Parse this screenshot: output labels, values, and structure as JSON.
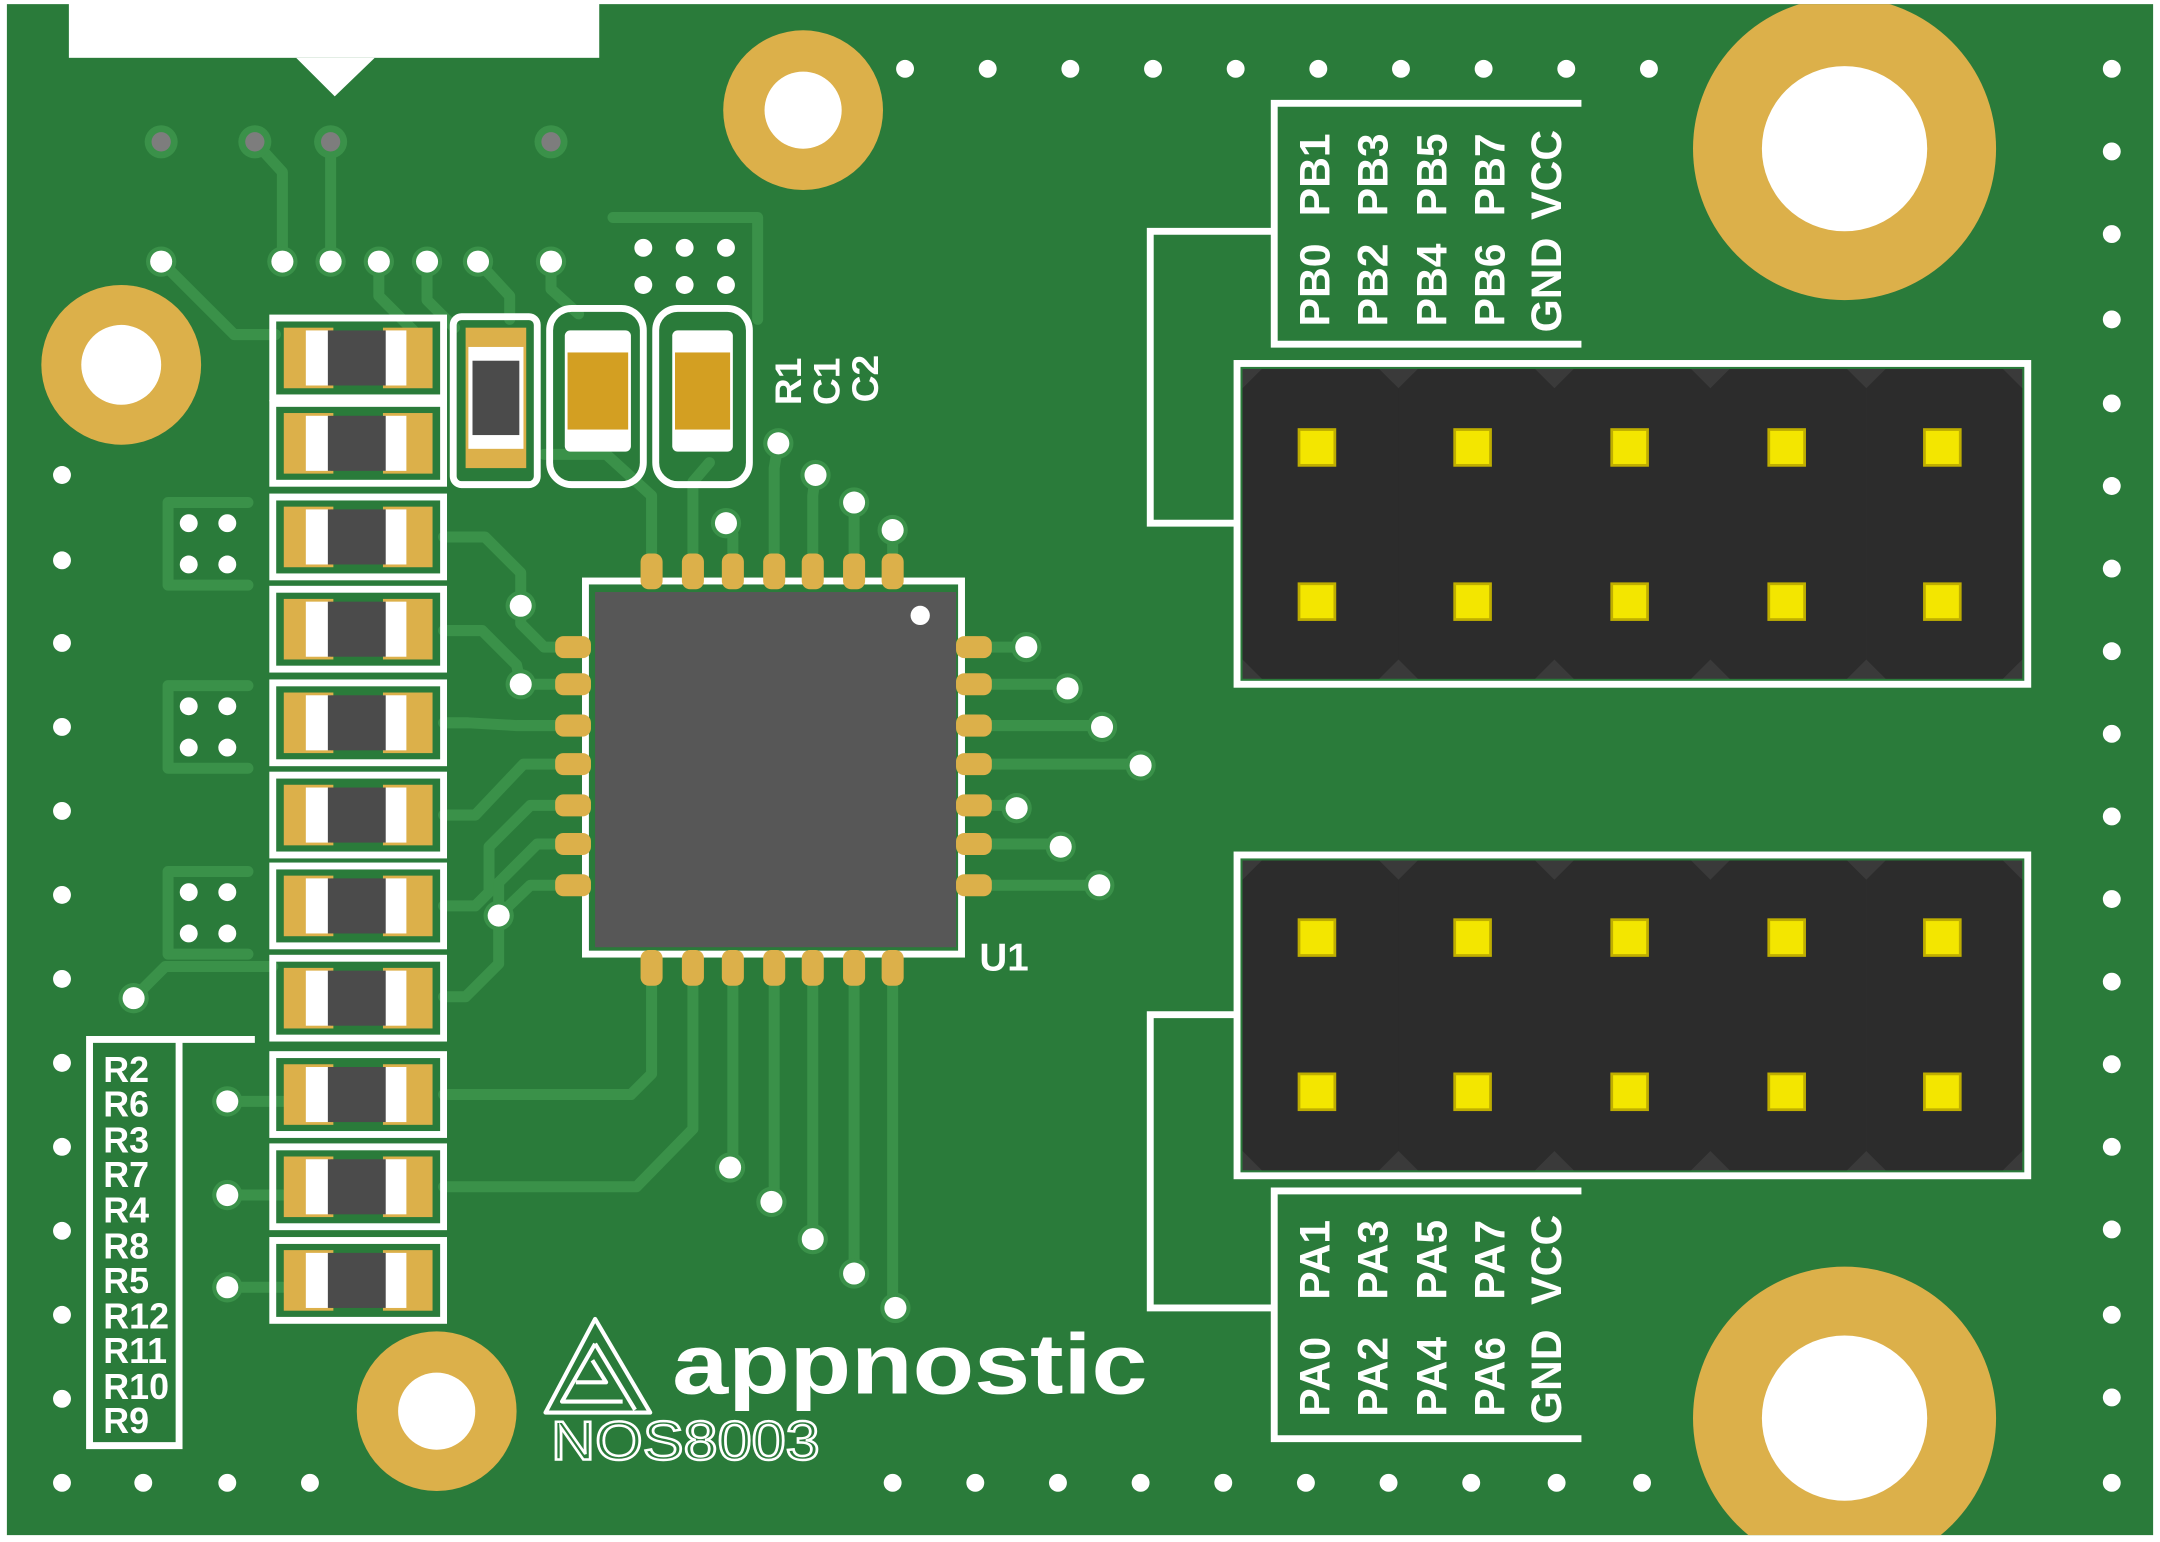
{
  "silkscreen": {
    "top_labels": [
      "R1",
      "C1",
      "C2"
    ],
    "ic_label": "U1",
    "resistor_legend": [
      "R2",
      "R6",
      "R3",
      "R7",
      "R4",
      "R8",
      "R5",
      "R12",
      "R11",
      "R10",
      "R9"
    ],
    "header_pb": {
      "upper_row": [
        "PB1",
        "PB3",
        "PB5",
        "PB7",
        "VCC"
      ],
      "lower_row": [
        "PB0",
        "PB2",
        "PB4",
        "PB6",
        "GND"
      ]
    },
    "header_pa": {
      "upper_row": [
        "PA1",
        "PA3",
        "PA5",
        "PA7",
        "VCC"
      ],
      "lower_row": [
        "PA0",
        "PA2",
        "PA4",
        "PA6",
        "GND"
      ]
    },
    "brand": "appnostic",
    "board_id": "NOS8003"
  },
  "icons": {
    "logo": "impossible-triangle-icon"
  },
  "colors": {
    "board": "#2a7b3a",
    "copper_trace": "#3a9149",
    "gold_plating": "#dcb04a",
    "silkscreen": "#ffffff",
    "ic_body": "#575757",
    "resistor_body": "#4b4b4b",
    "capacitor_body": "#d39f22",
    "header_body": "#2c2c2c",
    "header_pin": "#f3e600"
  }
}
